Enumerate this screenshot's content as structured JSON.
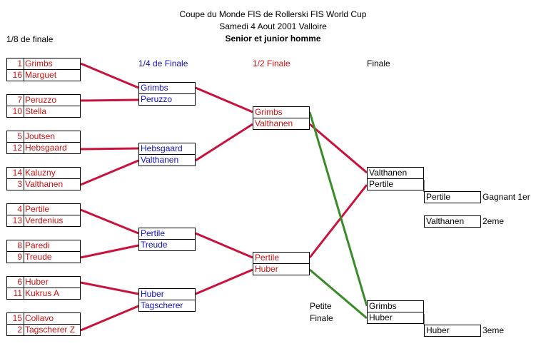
{
  "header": {
    "line1": "Coupe du Monde FIS de Rollerski FIS World Cup",
    "line2": "Samedi 4 Aout 2001 Valloire",
    "line3": "Senior et junior homme"
  },
  "round_labels": {
    "r16": "1/8 de finale",
    "qf": "1/4 de Finale",
    "sf": "1/2 Finale",
    "final": "Finale",
    "petite_line1": "Petite",
    "petite_line2": "Finale"
  },
  "r16": [
    {
      "seed": "1",
      "name": "Grimbs"
    },
    {
      "seed": "16",
      "name": "Marguet"
    },
    {
      "seed": "7",
      "name": "Peruzzo"
    },
    {
      "seed": "10",
      "name": "Stella"
    },
    {
      "seed": "5",
      "name": "Joutsen"
    },
    {
      "seed": "12",
      "name": "Hebsgaard"
    },
    {
      "seed": "14",
      "name": "Kaluzny"
    },
    {
      "seed": "3",
      "name": "Valthanen"
    },
    {
      "seed": "4",
      "name": "Pertile"
    },
    {
      "seed": "13",
      "name": "Verdenius"
    },
    {
      "seed": "8",
      "name": "Paredi"
    },
    {
      "seed": "9",
      "name": "Treude"
    },
    {
      "seed": "6",
      "name": "Huber"
    },
    {
      "seed": "11",
      "name": "Kukrus A"
    },
    {
      "seed": "15",
      "name": "Collavo"
    },
    {
      "seed": "2",
      "name": "Tagscherer Z"
    }
  ],
  "qf": [
    "Grimbs",
    "Peruzzo",
    "Hebsgaard",
    "Valthanen",
    "Pertile",
    "Treude",
    "Huber",
    "Tagscherer"
  ],
  "sf": [
    "Grimbs",
    "Valthanen",
    "Pertile",
    "Huber"
  ],
  "final": [
    "Valthanen",
    "Pertile"
  ],
  "petite_finale": [
    "Grimbs",
    "Huber"
  ],
  "results": {
    "first": {
      "name": "Pertile",
      "label": "Gagnant 1er"
    },
    "second": {
      "name": "Valthanen",
      "label": "2eme"
    },
    "third": {
      "name": "Huber",
      "label": "3eme"
    }
  },
  "colors": {
    "line_red": "#c8123c",
    "line_green": "#3a8a2a",
    "text_red": "#cc1111",
    "text_blue": "#1111bb"
  }
}
